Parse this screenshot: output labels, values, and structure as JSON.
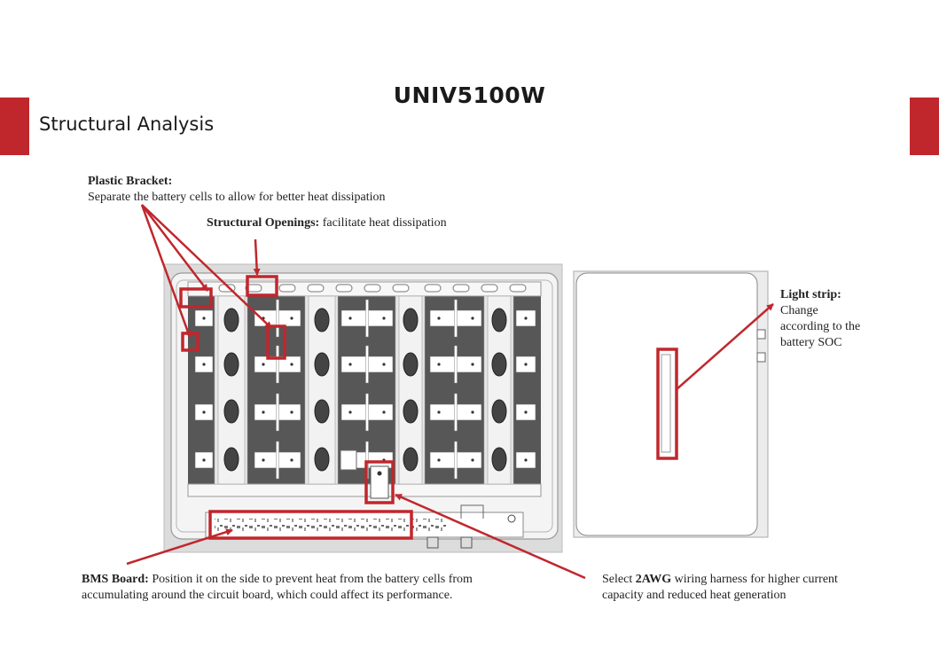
{
  "header": {
    "title": "UNIV5100W",
    "section": "Structural Analysis"
  },
  "colors": {
    "accent": "#c0272d",
    "cell": "#575757",
    "frame": "#d4d4d4"
  },
  "annotations": {
    "plastic_bracket": {
      "label": "Plastic Bracket:",
      "text": "Separate the battery cells to allow for better heat dissipation"
    },
    "structural_openings": {
      "label": "Structural Openings:",
      "text": "facilitate heat dissipation"
    },
    "light_strip": {
      "label": "Light strip:",
      "lines": [
        "Change",
        "according to the",
        "battery SOC"
      ]
    },
    "bms_board": {
      "label": "BMS Board:",
      "text1": "Position it on the side to prevent heat from the battery cells from",
      "text2": "accumulating around the circuit board, which could affect its performance."
    },
    "wiring": {
      "prefix": "Select ",
      "bold": "2AWG",
      "suffix": " wiring harness for higher current",
      "line2": "capacity and reduced heat generation"
    }
  }
}
